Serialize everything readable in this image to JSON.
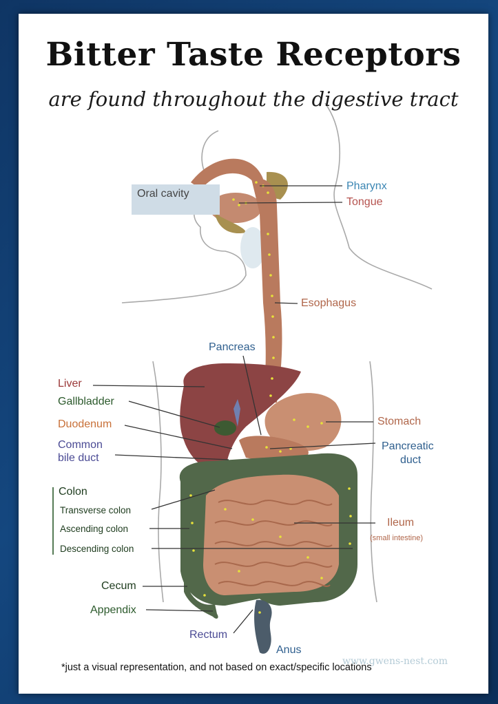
{
  "header": {
    "title": "Bitter Taste Receptors",
    "subtitle": "are found throughout the digestive tract"
  },
  "labels": {
    "oral_cavity": "Oral cavity",
    "pharynx": "Pharynx",
    "tongue": "Tongue",
    "esophagus": "Esophagus",
    "pancreas": "Pancreas",
    "liver": "Liver",
    "gallbladder": "Gallbladder",
    "duodenum": "Duodenum",
    "common_bile_duct_1": "Common",
    "common_bile_duct_2": "bile duct",
    "stomach": "Stomach",
    "pancreatic_duct_1": "Pancreatic",
    "pancreatic_duct_2": "duct",
    "colon": "Colon",
    "transverse_colon": "Transverse colon",
    "ascending_colon": "Ascending colon",
    "descending_colon": "Descending colon",
    "ileum": "Ileum",
    "ileum_note": "(small intestine)",
    "cecum": "Cecum",
    "appendix": "Appendix",
    "rectum": "Rectum",
    "anus": "Anus"
  },
  "footer": {
    "note": "*just a visual representation, and not based on exact/specific locations",
    "watermark": "www.gwens-nest.com"
  },
  "colors": {
    "background": "#14477f",
    "organ_tract": "#b97a5e",
    "liver": "#8c4444",
    "colon": "#52684a",
    "receptor_dots": "#e7e23a"
  },
  "icons": [
    "body-outline",
    "digestive-tract-illustration"
  ]
}
